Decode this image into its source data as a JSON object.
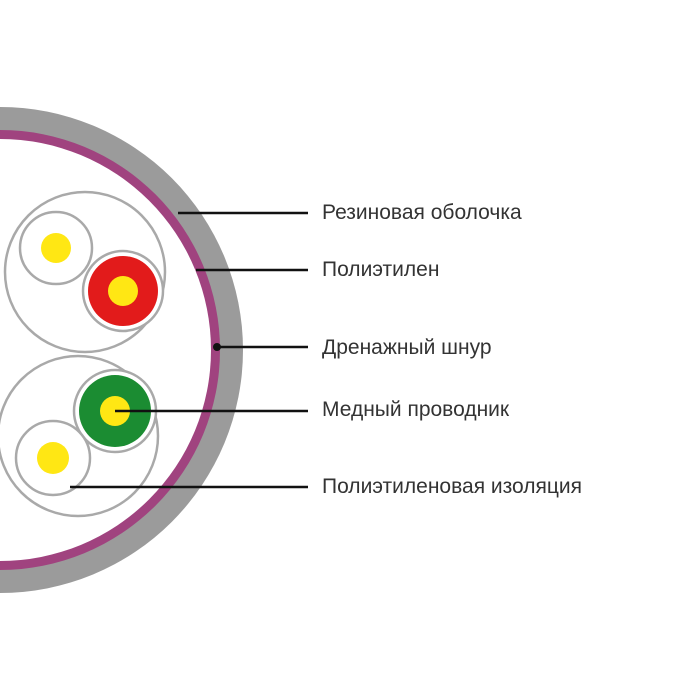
{
  "labels": {
    "rubber_sheath": "Резиновая оболочка",
    "polyethylene": "Полиэтилен",
    "drain_wire": "Дренажный шнур",
    "copper_conductor": "Медный проводник",
    "polyethylene_insulation": "Полиэтиленовая изоляция"
  },
  "colors": {
    "sheath": "#9b9b9b",
    "polyethylene_layer": "#a0437f",
    "pair_outline": "#a9a9a9",
    "insulation_red": "#e21b1b",
    "insulation_green": "#1b8c32",
    "insulation_white": "#ffffff",
    "conductor": "#ffe714",
    "leader_line": "#111111",
    "text": "#333333"
  }
}
